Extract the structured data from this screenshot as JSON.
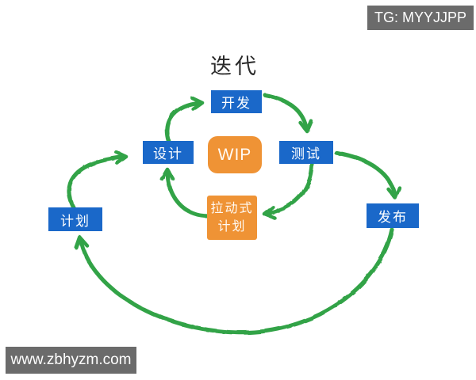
{
  "title": "迭代",
  "watermarks": {
    "top_right": "TG: MYYJJPP",
    "bottom_left": "www.zbhyzm.com"
  },
  "colors": {
    "node_blue": "#1A68C9",
    "node_orange": "#EF9335",
    "arrow_green": "#33A347",
    "watermark_bg": "#6B6B6B",
    "watermark_text": "#FFFFFF",
    "title_text": "#2B2B2B",
    "background": "#FFFFFF"
  },
  "nodes": {
    "plan": {
      "label": "计划"
    },
    "design": {
      "label": "设计"
    },
    "develop": {
      "label": "开发"
    },
    "test": {
      "label": "测试"
    },
    "release": {
      "label": "发布"
    },
    "wip": {
      "label": "WIP"
    },
    "pull_plan": {
      "label_line1": "拉动式",
      "label_line2": "计划"
    }
  },
  "edges": [
    {
      "from": "计划",
      "to": "设计"
    },
    {
      "from": "设计",
      "to": "开发"
    },
    {
      "from": "开发",
      "to": "测试"
    },
    {
      "from": "测试",
      "to": "拉动式计划"
    },
    {
      "from": "拉动式计划",
      "to": "设计"
    },
    {
      "from": "测试",
      "to": "发布"
    },
    {
      "from": "发布",
      "to": "计划"
    }
  ]
}
